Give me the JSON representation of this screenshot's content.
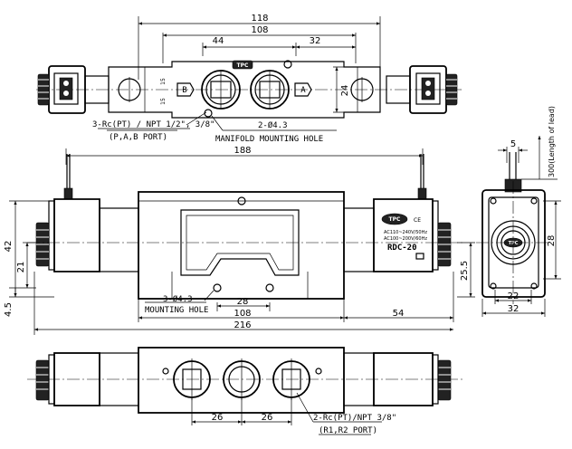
{
  "top_view": {
    "dims": {
      "overall": "118",
      "mid": "108",
      "center": "44",
      "right": "32",
      "height": "24",
      "small": "15"
    },
    "port_labels": {
      "a": "A",
      "b": "B"
    },
    "brand": "TPC",
    "notes": {
      "ports": "3-Rc(PT) / NPT 1/2\", 3/8\"",
      "ports_sub": "(P,A,B PORT)",
      "holes": "2-Ø4.3",
      "holes_sub": "MANIFOLD MOUNTING HOLE"
    }
  },
  "front_view": {
    "dims": {
      "overall": "188",
      "height": "42",
      "mid_height": "21",
      "base": "4.5",
      "right_height": "25.5",
      "hole_pitch": "28",
      "body": "108",
      "right": "54",
      "total": "216"
    },
    "notes": {
      "holes": "3-Ø4.3",
      "holes_sub": "MOUNTING HOLE"
    },
    "plate": {
      "brand": "TPC",
      "line1": "AC110~240V/50Hz",
      "line2": "AC100~200V/60Hz",
      "model": "RDC-20"
    }
  },
  "side_view": {
    "dims": {
      "lead_spacing": "5",
      "lead_length": "300(Length of lead)",
      "height": "28",
      "width_inner": "22",
      "width": "32"
    },
    "brand": "TPC"
  },
  "bottom_view": {
    "dims": {
      "left": "26",
      "right": "26"
    },
    "notes": {
      "ports": "2-Rc(PT)/NPT 3/8\"",
      "ports_sub": "(R1,R2 PORT)"
    }
  }
}
